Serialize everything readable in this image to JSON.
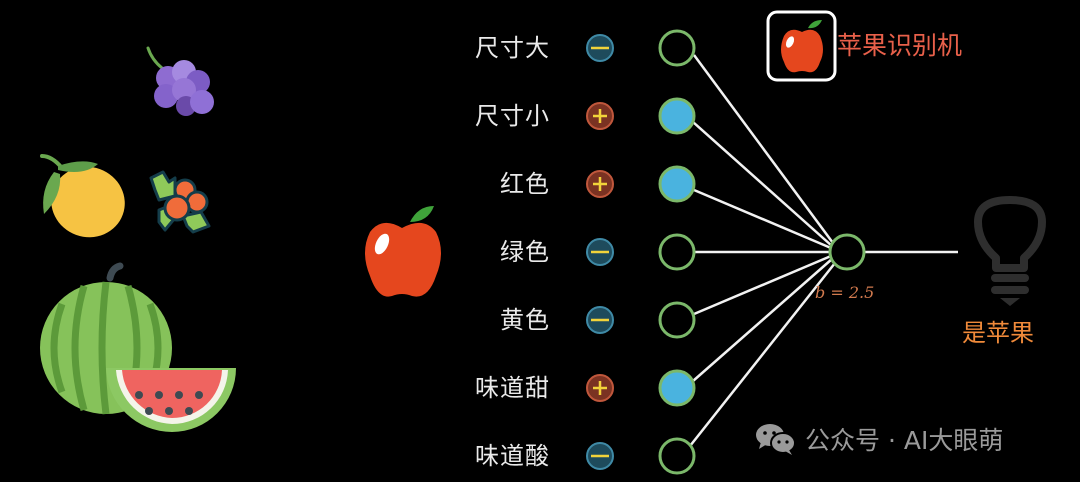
{
  "left_panel": {
    "fruits": [
      {
        "name": "grape",
        "icon": "grape-icon"
      },
      {
        "name": "lemon",
        "icon": "lemon-icon"
      },
      {
        "name": "berries",
        "icon": "holly-berries-icon"
      },
      {
        "name": "watermelon",
        "icon": "watermelon-icon"
      }
    ]
  },
  "input_item": {
    "icon": "apple-icon"
  },
  "network": {
    "features": [
      {
        "label": "尺寸大",
        "sign": "-",
        "active": false
      },
      {
        "label": "尺寸小",
        "sign": "+",
        "active": true
      },
      {
        "label": "红色",
        "sign": "+",
        "active": true
      },
      {
        "label": "绿色",
        "sign": "-",
        "active": false
      },
      {
        "label": "黄色",
        "sign": "-",
        "active": false
      },
      {
        "label": "味道甜",
        "sign": "+",
        "active": true
      },
      {
        "label": "味道酸",
        "sign": "-",
        "active": false
      }
    ],
    "bias_label": "b = 2.5",
    "output_label": "是苹果",
    "output_icon": "lightbulb-icon"
  },
  "header": {
    "title": "苹果识别机",
    "logo_icon": "apple-icon"
  },
  "watermark": {
    "icon": "wechat-icon",
    "text": "公众号 · AI大眼萌"
  },
  "colors": {
    "background": "#000000",
    "node_border": "#7bb86a",
    "node_active_fill": "#4ab3df",
    "plus_fill": "#7a3222",
    "plus_border": "#c0573c",
    "minus_fill": "#1e4b5c",
    "minus_border": "#3f8aa6",
    "sign_glyph": "#f2d33a",
    "title_color": "#e8604a",
    "result_color": "#f08a3a",
    "bias_color": "#d27a4e",
    "bulb_color": "#2e2e2e"
  }
}
